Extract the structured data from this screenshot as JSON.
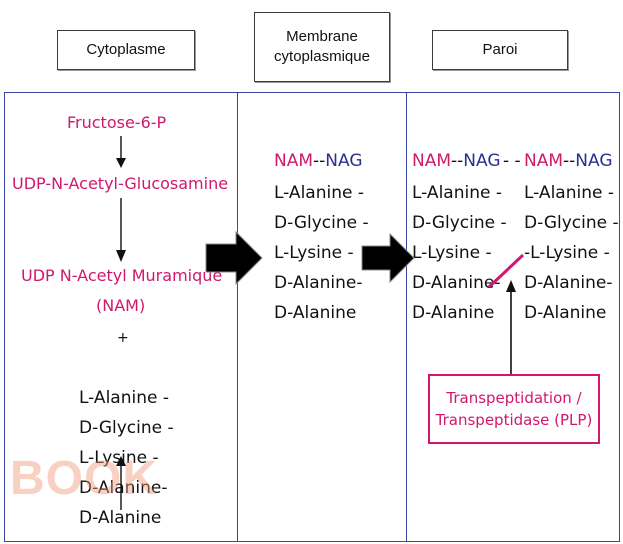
{
  "headers": {
    "cytoplasme": "Cytoplasme",
    "membrane_line1": "Membrane",
    "membrane_line2": "cytoplasmique",
    "paroi": "Paroi"
  },
  "cytoplasm": {
    "fructose": "Fructose-6-P",
    "udp_glcnac": "UDP-N-Acetyl-Glucosamine",
    "udp_nam_line1": "UDP N-Acetyl Muramique",
    "udp_nam_line2": "(NAM)",
    "plus": "+",
    "peptide": [
      "L-Alanine -",
      "D-Glycine -",
      "L-Lysine -",
      "D-Alanine-",
      "D-Alanine"
    ]
  },
  "membrane": {
    "nam": "NAM",
    "sep": "--",
    "nag": "NAG",
    "peptide": [
      "L-Alanine -",
      "D-Glycine -",
      "L-Lysine -",
      "D-Alanine-",
      "D-Alanine"
    ]
  },
  "paroi": {
    "left": {
      "nam": "NAM",
      "sep": "--",
      "nag": "NAG",
      "link": "- -",
      "peptide": [
        "L-Alanine -",
        "D-Glycine -",
        "L-Lysine -",
        "D-Alanine-",
        "D-Alanine"
      ]
    },
    "right": {
      "nam": "NAM",
      "sep": "--",
      "nag": "NAG",
      "peptide": [
        "L-Alanine -",
        "D-Glycine -",
        "-L-Lysine -",
        "D-Alanine-",
        "D-Alanine"
      ]
    }
  },
  "transpeptidation": {
    "line1": "Transpeptidation /",
    "line2": "Transpeptidase (PLP)"
  },
  "watermark": "BOOK",
  "colors": {
    "pink": "#d0186c",
    "blue": "#2b2f8f",
    "border": "#3a46a0"
  }
}
